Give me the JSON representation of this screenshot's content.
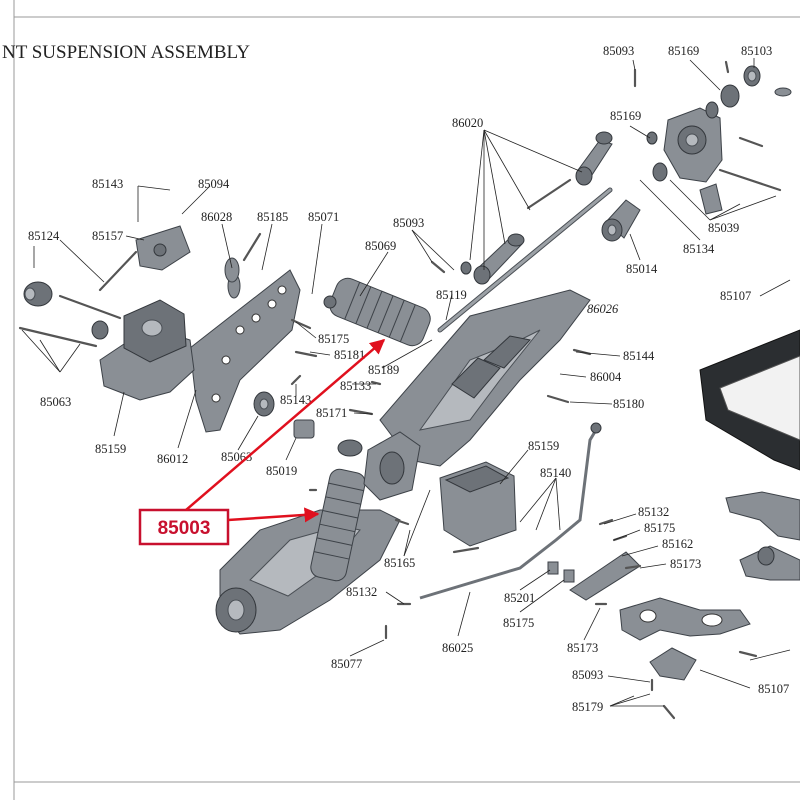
{
  "title": "NT SUSPENSION ASSEMBLY",
  "callout": {
    "label": "85003",
    "color": "#c8102e"
  },
  "labels": [
    {
      "id": "l1",
      "text": "85093"
    },
    {
      "id": "l2",
      "text": "85169"
    },
    {
      "id": "l3",
      "text": "85103"
    },
    {
      "id": "l4",
      "text": "85169"
    },
    {
      "id": "l5",
      "text": "86020"
    },
    {
      "id": "l6",
      "text": "85143"
    },
    {
      "id": "l7",
      "text": "85094"
    },
    {
      "id": "l8",
      "text": "86028"
    },
    {
      "id": "l9",
      "text": "85185"
    },
    {
      "id": "l10",
      "text": "85071"
    },
    {
      "id": "l11",
      "text": "85093"
    },
    {
      "id": "l12",
      "text": "85124"
    },
    {
      "id": "l13",
      "text": "85157"
    },
    {
      "id": "l14",
      "text": "85069"
    },
    {
      "id": "l15",
      "text": "85039"
    },
    {
      "id": "l16",
      "text": "85134"
    },
    {
      "id": "l17",
      "text": "85014"
    },
    {
      "id": "l18",
      "text": "85119"
    },
    {
      "id": "l19",
      "text": "86026",
      "italic": true
    },
    {
      "id": "l20",
      "text": "85107"
    },
    {
      "id": "l21",
      "text": "85175"
    },
    {
      "id": "l22",
      "text": "85181"
    },
    {
      "id": "l23",
      "text": "85144"
    },
    {
      "id": "l24",
      "text": "85063"
    },
    {
      "id": "l25",
      "text": "85189"
    },
    {
      "id": "l26",
      "text": "85133"
    },
    {
      "id": "l27",
      "text": "86004"
    },
    {
      "id": "l28",
      "text": "85143"
    },
    {
      "id": "l29",
      "text": "85180"
    },
    {
      "id": "l30",
      "text": "85171"
    },
    {
      "id": "l31",
      "text": "85159"
    },
    {
      "id": "l32",
      "text": "86012"
    },
    {
      "id": "l33",
      "text": "85063"
    },
    {
      "id": "l34",
      "text": "85019"
    },
    {
      "id": "l35",
      "text": "85159"
    },
    {
      "id": "l36",
      "text": "85140"
    },
    {
      "id": "l37",
      "text": "85132"
    },
    {
      "id": "l38",
      "text": "85175"
    },
    {
      "id": "l39",
      "text": "85162"
    },
    {
      "id": "l40",
      "text": "85165"
    },
    {
      "id": "l41",
      "text": "85173"
    },
    {
      "id": "l42",
      "text": "85132"
    },
    {
      "id": "l43",
      "text": "85201"
    },
    {
      "id": "l44",
      "text": "85175"
    },
    {
      "id": "l45",
      "text": "85173"
    },
    {
      "id": "l46",
      "text": "85077"
    },
    {
      "id": "l47",
      "text": "86025"
    },
    {
      "id": "l48",
      "text": "85093"
    },
    {
      "id": "l49",
      "text": "85107"
    },
    {
      "id": "l50",
      "text": "85179"
    }
  ]
}
